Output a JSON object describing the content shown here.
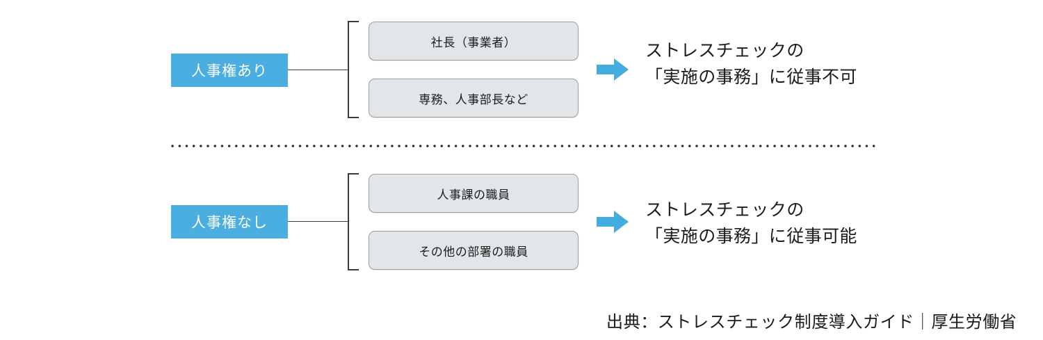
{
  "colors": {
    "accent_blue": "#4aafe0",
    "arrow_blue": "#44ade0",
    "box_fill": "#e2e6e9",
    "box_border": "#9a9fa3",
    "line": "#3c3c3c",
    "text": "#1b1b1b",
    "divider_dot": "#2b2b2b",
    "page_background": "#ffffff"
  },
  "groups": [
    {
      "id": "with-authority",
      "label": "人事権あり",
      "items": [
        "社長（事業者）",
        "専務、人事部長など"
      ],
      "arrow_icon": "right-arrow-icon",
      "outcome": {
        "line1": "ストレスチェックの",
        "line2": "「実施の事務」に従事不可"
      }
    },
    {
      "id": "without-authority",
      "label": "人事権なし",
      "items": [
        "人事課の職員",
        "その他の部署の職員"
      ],
      "arrow_icon": "right-arrow-icon",
      "outcome": {
        "line1": "ストレスチェックの",
        "line2": "「実施の事務」に従事可能"
      }
    }
  ],
  "divider": {
    "style": "dotted"
  },
  "source": {
    "text": "出典：ストレスチェック制度導入ガイド｜厚生労働省"
  }
}
